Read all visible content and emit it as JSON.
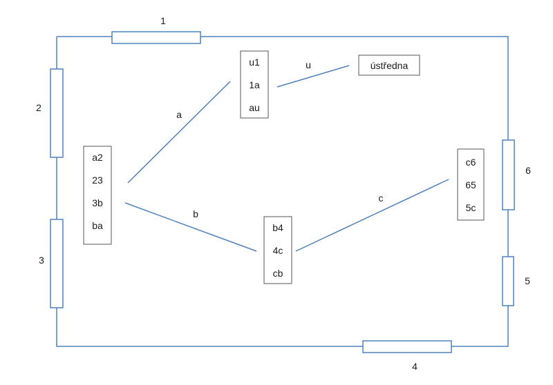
{
  "colors": {
    "wire": "#4f81bd",
    "link": "#4f81bd",
    "box_border": "#555555",
    "resistor_border": "#4f81bd",
    "text": "#1a1a1a"
  },
  "resistors": [
    {
      "id": "r1",
      "label": "1"
    },
    {
      "id": "r2",
      "label": "2"
    },
    {
      "id": "r3",
      "label": "3"
    },
    {
      "id": "r4",
      "label": "4"
    },
    {
      "id": "r5",
      "label": "5"
    },
    {
      "id": "r6",
      "label": "6"
    }
  ],
  "nodes": [
    {
      "id": "node-u",
      "lines": [
        "u1",
        "1a",
        "au"
      ]
    },
    {
      "id": "node-a",
      "lines": [
        "a2",
        "23",
        "3b",
        "ba"
      ]
    },
    {
      "id": "node-b",
      "lines": [
        "b4",
        "4c",
        "cb"
      ]
    },
    {
      "id": "node-c",
      "lines": [
        "c6",
        "65",
        "5c"
      ]
    },
    {
      "id": "node-ustredna",
      "lines": [
        "ústředna"
      ]
    }
  ],
  "links": [
    {
      "id": "link-a",
      "label": "a"
    },
    {
      "id": "link-b",
      "label": "b"
    },
    {
      "id": "link-c",
      "label": "c"
    },
    {
      "id": "link-u",
      "label": "u"
    }
  ]
}
